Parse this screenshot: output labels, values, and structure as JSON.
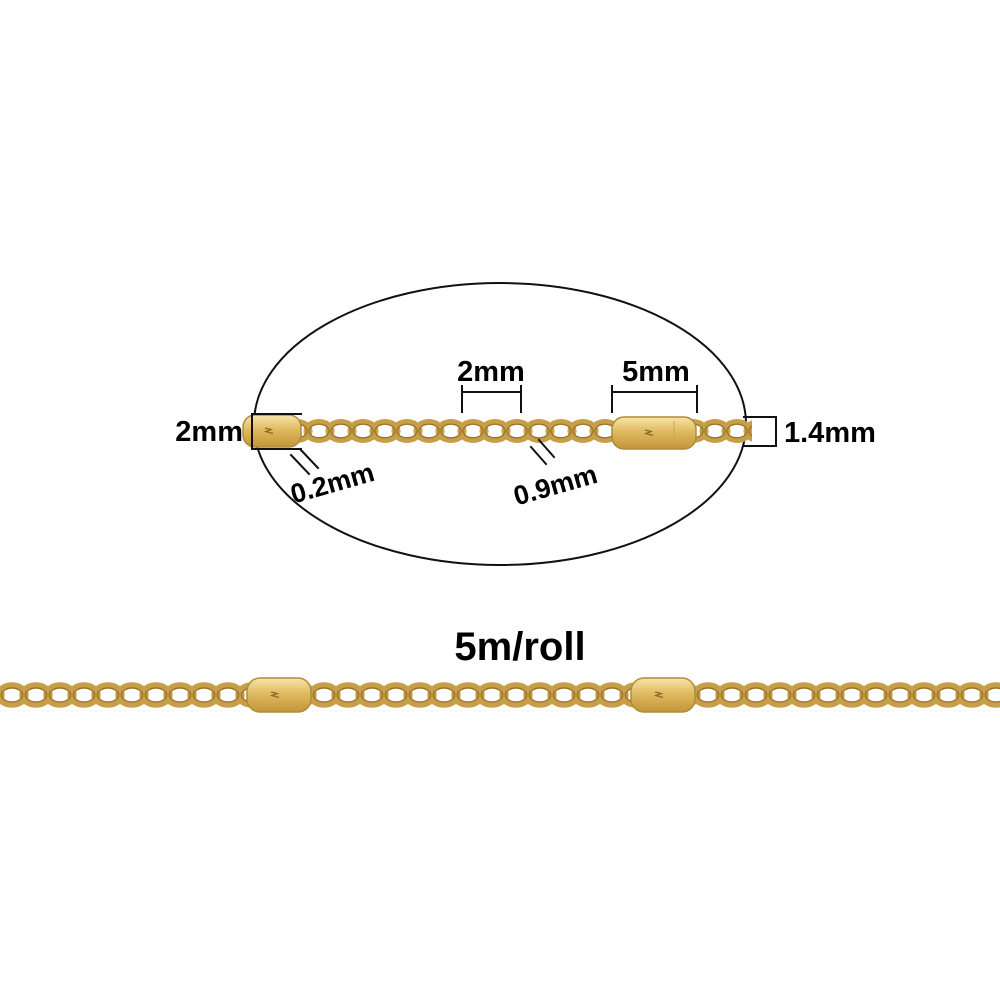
{
  "diagram": {
    "type": "product-dimension-diagram",
    "subject": "gold curb chain with flat oval connector plates, zoomed detail in ellipse",
    "zoom": {
      "dim_link_width": {
        "label": "2mm",
        "measures": "width of chain link group (top center bracket)"
      },
      "dim_plate_length": {
        "label": "5mm",
        "measures": "length of flat connector plate (top right bracket)"
      },
      "dim_plate_height": {
        "label": "2mm",
        "measures": "height of flat connector plate (left bracket)"
      },
      "dim_chain_width": {
        "label": "1.4mm",
        "measures": "chain width at right end (right bracket)"
      },
      "dim_plate_thickness": {
        "label": "0.2mm",
        "measures": "plate thickness (slanted ticks lower left)"
      },
      "dim_wire_diameter": {
        "label": "0.9mm",
        "measures": "wire diameter (slanted ticks lower middle)"
      }
    },
    "roll_label": "5m/roll",
    "colors": {
      "chain_gold": "#c79f48",
      "chain_gold_dark": "#9a742a",
      "plate_gold_light": "#f6e6ab",
      "plate_gold": "#e0ba61",
      "plate_gold_deep": "#c39538",
      "line_color": "#111111",
      "background": "#ffffff"
    }
  }
}
